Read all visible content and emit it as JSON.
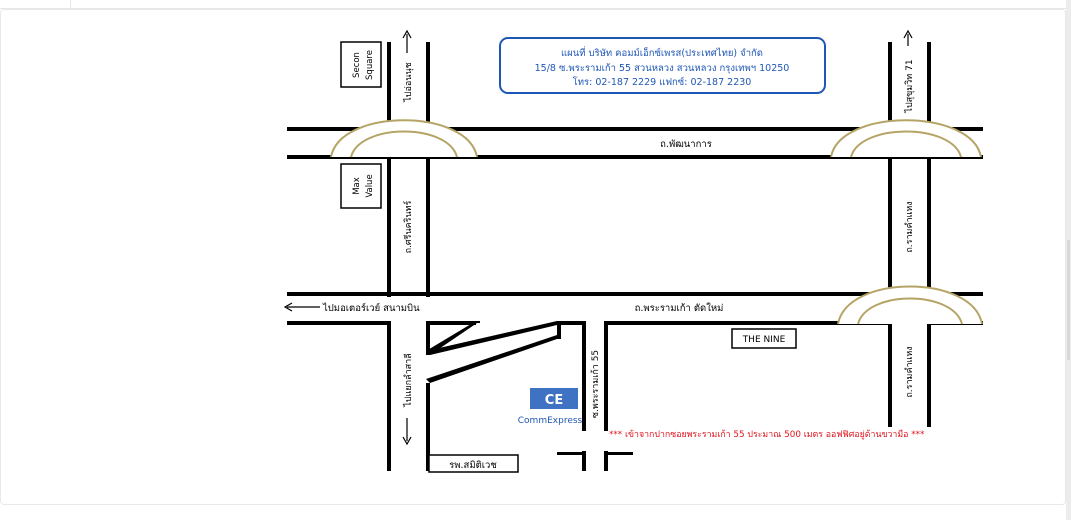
{
  "company": {
    "line1": "แผนที่ บริษัท คอมม์เอ็กซ์เพรส(ประเทศไทย) จำกัด",
    "line2": "15/8 ซ.พระรามเก้า 55  สวนหลวง สวนหลวง กรุงเทพฯ 10250",
    "line3": "โทร: 02-187 2229  แฟกซ์: 02-187 2230"
  },
  "roads": {
    "phatthanakan": "ถ.พัฒนาการ",
    "rama9_new": "ถ.พระรามเก้า ตัดใหม่",
    "srinakarin": "ถ.ศรีนครินทร์",
    "ramkhamhaeng_upper": "ถ.รามคำแหง",
    "ramkhamhaeng_lower": "ถ.รามคำแหง",
    "soi_rama9_55": "ซ.พระรามเก้า 55",
    "to_onnut": "ไปอ่อนนุช",
    "to_sukhumvit71": "ไปสุขุมวิท 71",
    "to_motorway": "ไปมอเตอร์เวย์ สนามบิน",
    "to_lamsali": "ไปแยกลำสาลี"
  },
  "landmarks": {
    "seacon_line1": "Secon",
    "seacon_line2": "Square",
    "maxvalue_line1": "Max",
    "maxvalue_line2": "Value",
    "the_nine": "THE NINE",
    "hospital": "รพ.สมิติเวช",
    "ce_logo": "CE",
    "ce_name": "CommExpress"
  },
  "note": "*** เข้าจากปากซอยพระรามเก้า 55 ประมาณ 500 เมตร ออฟฟิศอยู่ด้านขวามือ ***",
  "colors": {
    "road": "#000000",
    "bridge": "#b5a466",
    "company_text": "#1f57b6",
    "company_border": "#1f57b6",
    "ce_logo_bg": "#3f72c2",
    "note": "#e0141e"
  }
}
